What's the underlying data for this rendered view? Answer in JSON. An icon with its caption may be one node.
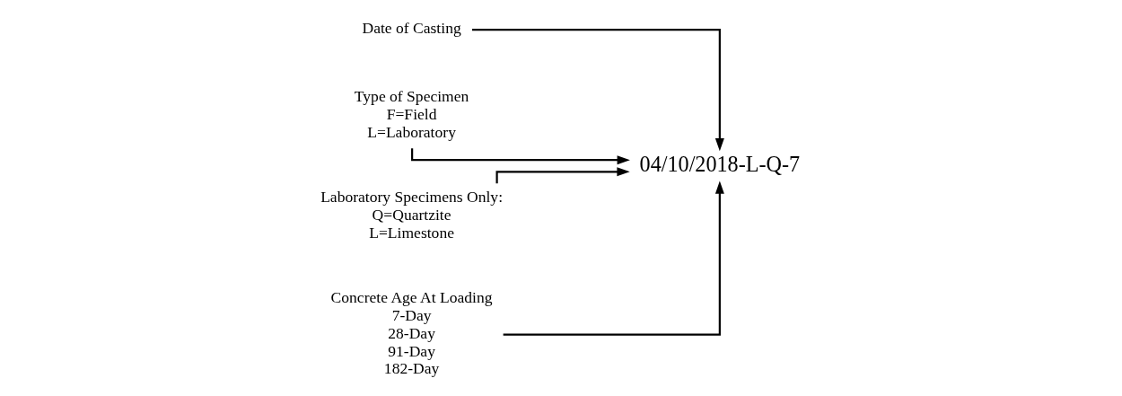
{
  "diagram": {
    "nodes": [
      {
        "text": [
          "04/10/2018-L-Q-7"
        ]
      },
      {
        "text": [
          "Date of Casting"
        ]
      },
      {
        "text": [
          "Type of Specimen",
          "F=Field",
          "L=Laboratory"
        ]
      },
      {
        "text": [
          "Laboratory Specimens Only:",
          "Q=Quartzite",
          "L=Limestone"
        ]
      },
      {
        "text": [
          "Concrete Age At Loading",
          "7-Day",
          "28-Day",
          "91-Day",
          "182-Day"
        ]
      }
    ],
    "edges": [
      {
        "from": 1,
        "to": 0,
        "arrow": "to"
      },
      {
        "from": 2,
        "to": 0,
        "arrow": "to"
      },
      {
        "from": 3,
        "to": 0,
        "arrow": "to"
      },
      {
        "from": 4,
        "to": 0,
        "arrow": "to"
      }
    ]
  }
}
